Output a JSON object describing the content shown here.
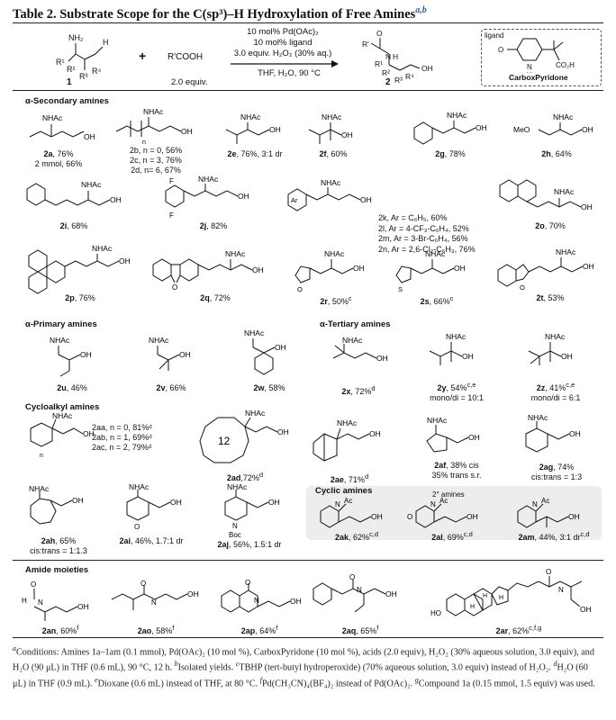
{
  "title": {
    "text": "Table 2. Substrate Scope for the C(sp³)–H Hydroxylation of Free Amines",
    "sup": "a,b"
  },
  "scheme": {
    "reagent1_label": "1",
    "plus": "+",
    "acid": "R'COOH",
    "acid_equiv": "2.0 equiv.",
    "conditions_above": [
      "10 mol% Pd(OAc)₂",
      "10 mol% ligand",
      "3.0 equiv. H₂O₂ (30% aq.)"
    ],
    "conditions_below": "THF, H₂O, 90 °C",
    "product_label": "2",
    "amine_labels": {
      "nh2": "NH₂",
      "r1": "R¹",
      "r2": "R²",
      "r3": "R³",
      "r4": "R⁴",
      "h": "H"
    },
    "product_labels": {
      "r1": "R'",
      "o": "O",
      "nh": "N",
      "h": "H",
      "r1b": "R¹",
      "r2": "R²",
      "r3": "R³",
      "r4": "R⁴",
      "oh": "OH"
    },
    "ligand_tag": "ligand",
    "ligand_name": "CarboxPyridone",
    "ligand_atoms": {
      "o": "O",
      "n": "N",
      "h": "H",
      "co2h": "CO₂H"
    }
  },
  "sections": {
    "secondary": "α-Secondary amines",
    "primary": "α-Primary amines",
    "tertiary": "α-Tertiary amines",
    "cycloalkyl": "Cycloalkyl amines",
    "cyclic": "Cyclic amines",
    "cyclic_sub": "2° amines",
    "amide": "Amide moieties"
  },
  "compounds": {
    "c2a": {
      "id": "2a",
      "yield": ", 76%",
      "extra": "2 mmol, 66%"
    },
    "c2b": {
      "lines": [
        "2b, n = 0, 56%",
        "2c, n = 3, 76%",
        "2d, n= 6, 67%"
      ]
    },
    "c2e": {
      "id": "2e",
      "yield": ", 76%, 3:1 dr"
    },
    "c2f": {
      "id": "2f",
      "yield": ", 60%"
    },
    "c2g": {
      "id": "2g",
      "yield": ", 78%"
    },
    "c2h": {
      "id": "2h",
      "yield": ", 64%"
    },
    "c2i": {
      "id": "2i",
      "yield": ", 68%"
    },
    "c2j": {
      "id": "2j",
      "yield": ", 82%"
    },
    "c2k": {
      "lines": [
        "2k, Ar = C₆H₅, 60%",
        "2l, Ar = 4-CF₃-C₆H₄, 52%",
        "2m, Ar = 3-Br-C₆H₄, 56%",
        "2n, Ar = 2,6-Cl₂-C₆H₃, 76%"
      ]
    },
    "c2o": {
      "id": "2o",
      "yield": ", 70%"
    },
    "c2p": {
      "id": "2p",
      "yield": ", 76%"
    },
    "c2q": {
      "id": "2q",
      "yield": ", 72%"
    },
    "c2r": {
      "id": "2r",
      "yield": ", 50%",
      "sup": "c"
    },
    "c2s": {
      "id": "2s",
      "yield": ", 66%",
      "sup": "c"
    },
    "c2t": {
      "id": "2t",
      "yield": ", 53%"
    },
    "c2u": {
      "id": "2u",
      "yield": ", 46%"
    },
    "c2v": {
      "id": "2v",
      "yield": ", 66%"
    },
    "c2w": {
      "id": "2w",
      "yield": ", 58%"
    },
    "c2x": {
      "id": "2x",
      "yield": ", 72%",
      "sup": "d"
    },
    "c2y": {
      "id": "2y",
      "yield": ", 54%",
      "sup": "c,e",
      "extra": "mono/di = 10:1"
    },
    "c2z": {
      "id": "2z",
      "yield": ", 41%",
      "sup": "c,e",
      "extra": "mono/di = 6:1"
    },
    "c2aa": {
      "lines": [
        "2aa, n = 0, 81%ᵈ",
        "2ab, n = 1, 69%ᵈ",
        "2ac, n = 2, 79%ᵈ"
      ]
    },
    "c2ad": {
      "id": "2ad",
      "yield": ",72%",
      "sup": "d",
      "ring": "12"
    },
    "c2ae": {
      "id": "2ae",
      "yield": ", 71%",
      "sup": "d"
    },
    "c2af": {
      "id": "2af",
      "yield": ", 38% cis",
      "extra": "35% trans s.r."
    },
    "c2ag": {
      "id": "2ag",
      "yield": ", 74%",
      "extra": "cis:trans = 1:3"
    },
    "c2ah": {
      "id": "2ah",
      "yield": ", 65%",
      "extra": "cis:trans = 1:1.3"
    },
    "c2ai": {
      "id": "2ai",
      "yield": ", 46%, 1.7:1 dr"
    },
    "c2aj": {
      "id": "2aj",
      "yield": ", 56%, 1.5:1 dr"
    },
    "c2ak": {
      "id": "2ak",
      "yield": ", 62%",
      "sup": "c,d"
    },
    "c2al": {
      "id": "2al",
      "yield": ", 69%",
      "sup": "c,d"
    },
    "c2am": {
      "id": "2am",
      "yield": ", 44%, 3:1 dr",
      "sup": "c,d"
    },
    "c2an": {
      "id": "2an",
      "yield": ", 60%",
      "sup": "f"
    },
    "c2ao": {
      "id": "2ao",
      "yield": ", 58%",
      "sup": "f"
    },
    "c2ap": {
      "id": "2ap",
      "yield": ", 64%",
      "sup": "f"
    },
    "c2aq": {
      "id": "2aq",
      "yield": ", 65%",
      "sup": "f"
    },
    "c2ar": {
      "id": "2ar",
      "yield": ", 62%",
      "sup": "c,f,g"
    }
  },
  "atoms": {
    "nhac": "NHAc",
    "oh": "OH",
    "n": "n",
    "meo": "MeO",
    "f": "F",
    "ar": "Ar",
    "o": "O",
    "s": "S",
    "ac": "Ac",
    "boc": "Boc",
    "h": "H",
    "ho": "HO",
    "nh": "N"
  },
  "notes": [
    {
      "sup": "a",
      "text": "Conditions: Amines 1a–1am (0.1 mmol), Pd(OAc)₂ (10 mol %), CarboxPyridone (10 mol %), acids (2.0 equiv), H₂O₂ (30% aqueous solution, 3.0 equiv), and H₂O (90 μL) in THF (0.6 mL), 90 °C, 12 h. "
    },
    {
      "sup": "b",
      "text": "Isolated yields. "
    },
    {
      "sup": "c",
      "text": "TBHP (tert-butyl hydroperoxide) (70% aqueous solution, 3.0 equiv) instead of H₂O₂. "
    },
    {
      "sup": "d",
      "text": "H₂O (60 μL) in THF (0.9 mL). "
    },
    {
      "sup": "e",
      "text": "Dioxane (0.6 mL) instead of THF, at 80 °C. "
    },
    {
      "sup": "f",
      "text": "Pd(CH₃CN)₄(BF₄)₂ instead of Pd(OAc)₂. "
    },
    {
      "sup": "g",
      "text": "Compound 1a (0.15 mmol, 1.5 equiv) was used."
    }
  ]
}
